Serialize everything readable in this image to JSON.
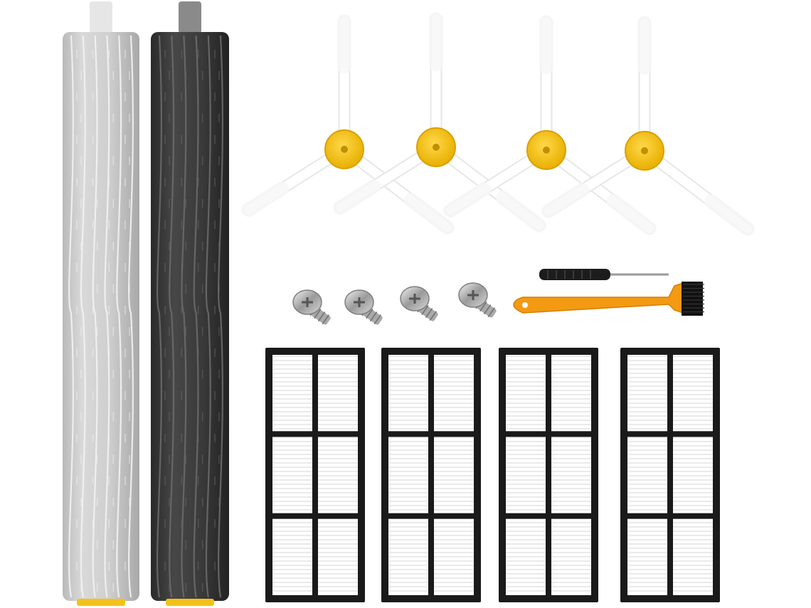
{
  "image": {
    "type": "product-photo",
    "items": {
      "rollers": [
        {
          "kind": "rubber-roller-brush",
          "color": "light-gray"
        },
        {
          "kind": "rubber-roller-brush",
          "color": "dark-gray"
        }
      ],
      "side_brushes": {
        "count": 4,
        "hub_color": "#f2c21b",
        "arm_color": "#ffffff"
      },
      "screws": {
        "count": 4
      },
      "tools": [
        "screwdriver",
        "cleaning-brush"
      ],
      "filters": {
        "count": 4,
        "frame_color": "#1a1a1a",
        "media_color": "#ffffff"
      }
    }
  },
  "colors": {
    "background": "#ffffff",
    "roller_light": "#cfcfcf",
    "roller_dark": "#3a3a3a",
    "accent_yellow": "#f2c21b",
    "accent_orange": "#f39a12",
    "filter_frame": "#1a1a1a"
  }
}
